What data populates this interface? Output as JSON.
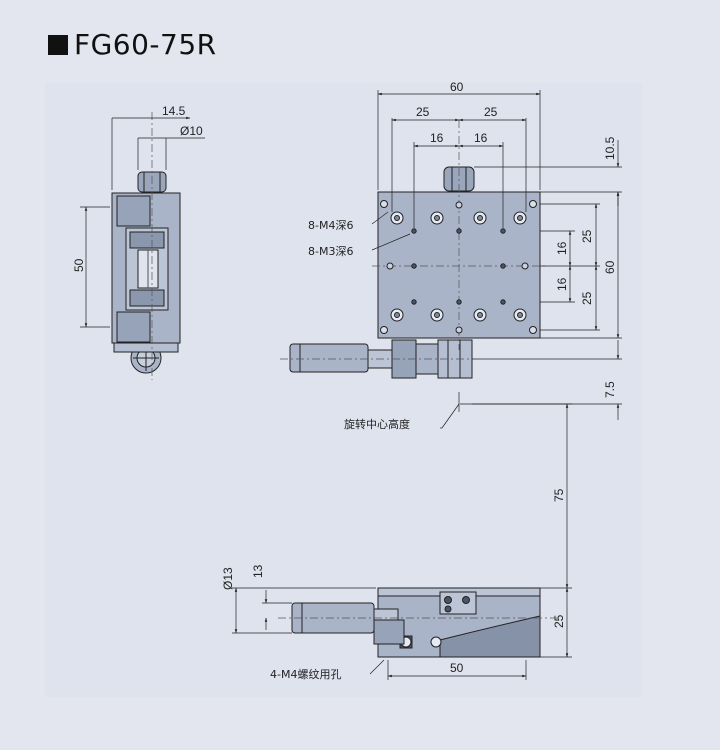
{
  "title": "FG60-75R",
  "colors": {
    "background": "#e3e6ef",
    "panel": "#dfe3ee",
    "metal": "#a9b4c8",
    "metal_dark": "#7f8aa0",
    "line": "#222222"
  },
  "side_view": {
    "dim_width": "14.5",
    "dim_knob": "Ø10",
    "dim_height": "50"
  },
  "top_view": {
    "dim_overall_width": "60",
    "dim_left_25": "25",
    "dim_right_25": "25",
    "dim_left_16": "16",
    "dim_right_16": "16",
    "dim_offset": "10.5",
    "dim_v_25_top": "25",
    "dim_v_16_top": "16",
    "dim_v_16_bottom": "16",
    "dim_v_25_bottom": "25",
    "dim_overall_height": "60",
    "dim_7_5": "7.5",
    "label_m4": "8-M4深6",
    "label_m3": "8-M3深6"
  },
  "center_height": {
    "label": "旋转中心高度",
    "dim_75": "75"
  },
  "front_view": {
    "dim_d13": "Ø13",
    "dim_13": "13",
    "dim_25": "25",
    "dim_50": "50",
    "label_holes": "4-M4螺纹用孔"
  }
}
